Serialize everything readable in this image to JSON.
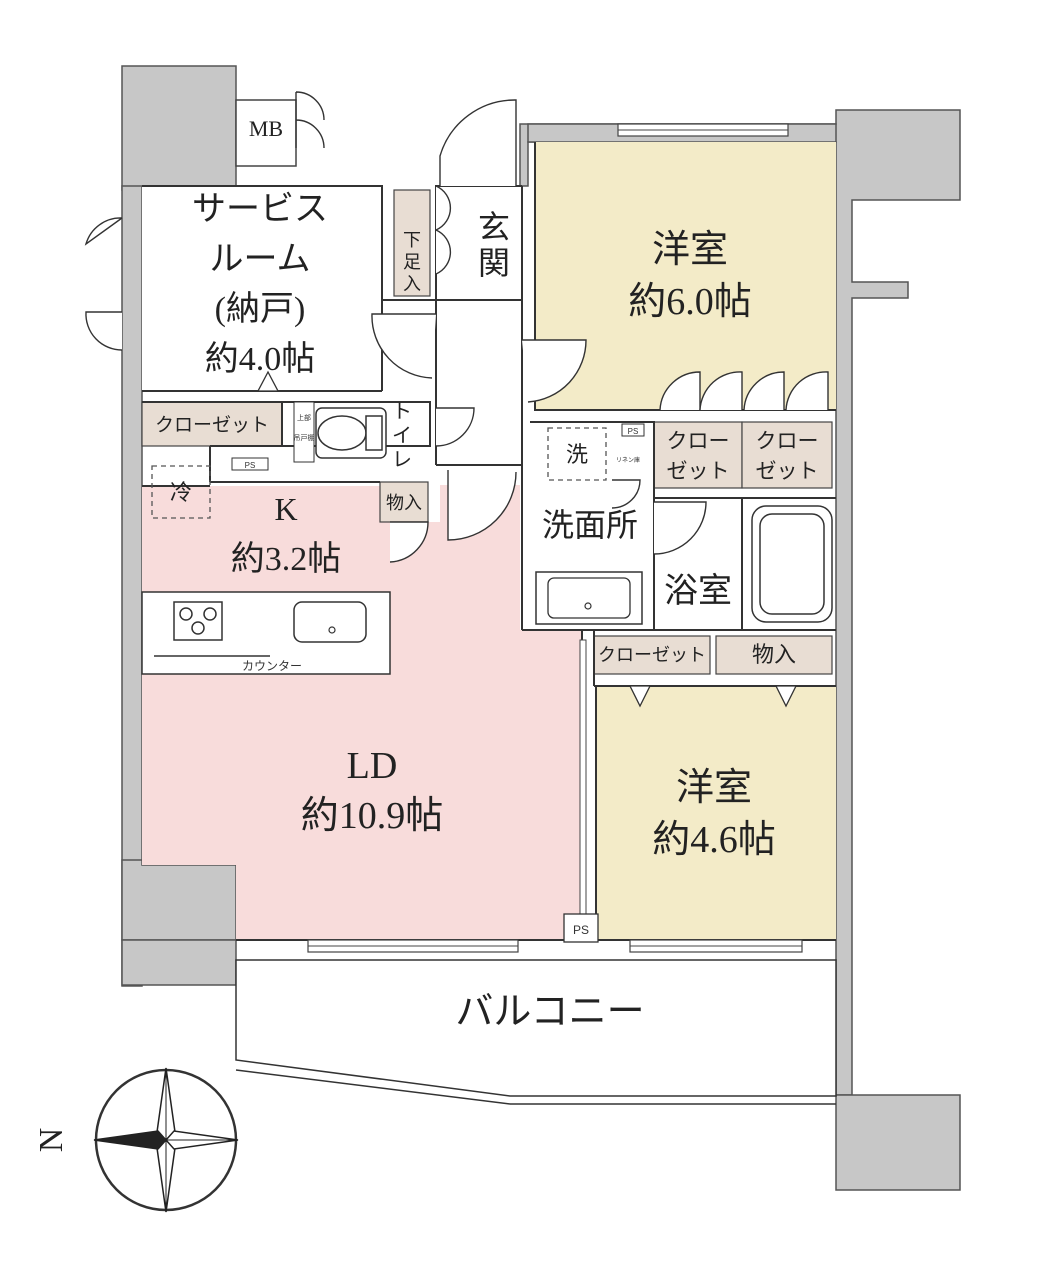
{
  "rooms": {
    "service_room": {
      "line1": "サービス",
      "line2": "ルーム",
      "line3": "(納戸)",
      "area": "約4.0帖"
    },
    "western_room_1": {
      "name": "洋室",
      "area": "約6.0帖"
    },
    "western_room_2": {
      "name": "洋室",
      "area": "約4.6帖"
    },
    "kitchen": {
      "name": "K",
      "area": "約3.2帖"
    },
    "living_dining": {
      "name": "LD",
      "area": "約10.9帖"
    },
    "entrance": {
      "line1": "玄",
      "line2": "関"
    },
    "shoe_storage": {
      "line1": "下",
      "line2": "足",
      "line3": "入"
    },
    "toilet": {
      "line1": "ト",
      "line2": "イ",
      "line3": "レ"
    },
    "washroom": {
      "name": "洗面所"
    },
    "bathroom": {
      "name": "浴室"
    },
    "balcony": {
      "name": "バルコニー"
    }
  },
  "fixtures": {
    "mb": "MB",
    "closet_service": "クローゼット",
    "closet_west1_a": {
      "line1": "クロー",
      "line2": "ゼット"
    },
    "closet_west1_b": {
      "line1": "クロー",
      "line2": "ゼット"
    },
    "closet_hall": "クローゼット",
    "storage_kitchen": "物入",
    "storage_hall": "物入",
    "fridge": "冷",
    "washer": "洗",
    "counter": "カウンター",
    "ps_1": "PS",
    "ps_2": "PS",
    "ps_3": "PS",
    "linen": "リネン庫",
    "upper_cabinet": {
      "line1": "上部",
      "line2": "吊戸棚"
    }
  },
  "compass": {
    "north": "N"
  },
  "colors": {
    "wall": "#c7c7c7",
    "western_room": "#f3ebc8",
    "ldk": "#f8dcdb",
    "storage": "#e8ddd3"
  }
}
